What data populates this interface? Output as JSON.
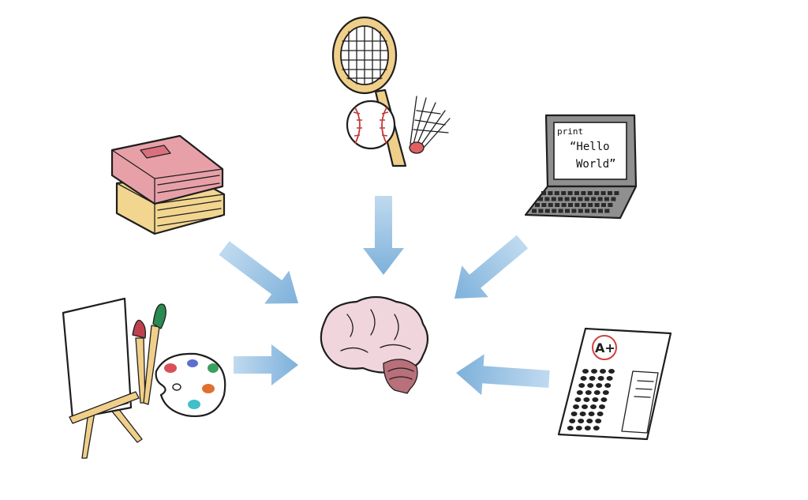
{
  "colors": {
    "arrow": "#6fa8d6",
    "arrow_light": "#b9d6ee",
    "book_top": "#e8a0a8",
    "book_bottom": "#f2d690",
    "racket": "#f0cf8a",
    "stitch": "#c23a3a",
    "laptop_frame": "#8f8f8f",
    "brain": "#f1d5dc",
    "brainstem": "#b8707a",
    "grade_circle": "#d04040"
  },
  "icons": [
    "books-icon",
    "racket-icon",
    "baseball-icon",
    "shuttlecock-icon",
    "laptop-icon",
    "easel-icon",
    "paintbrush-icon",
    "palette-icon",
    "test-sheet-icon",
    "brain-icon"
  ],
  "laptop": {
    "screen_line1": "print",
    "screen_line2": "“Hello",
    "screen_line3": "World”"
  },
  "test_sheet": {
    "grade": "A+"
  }
}
